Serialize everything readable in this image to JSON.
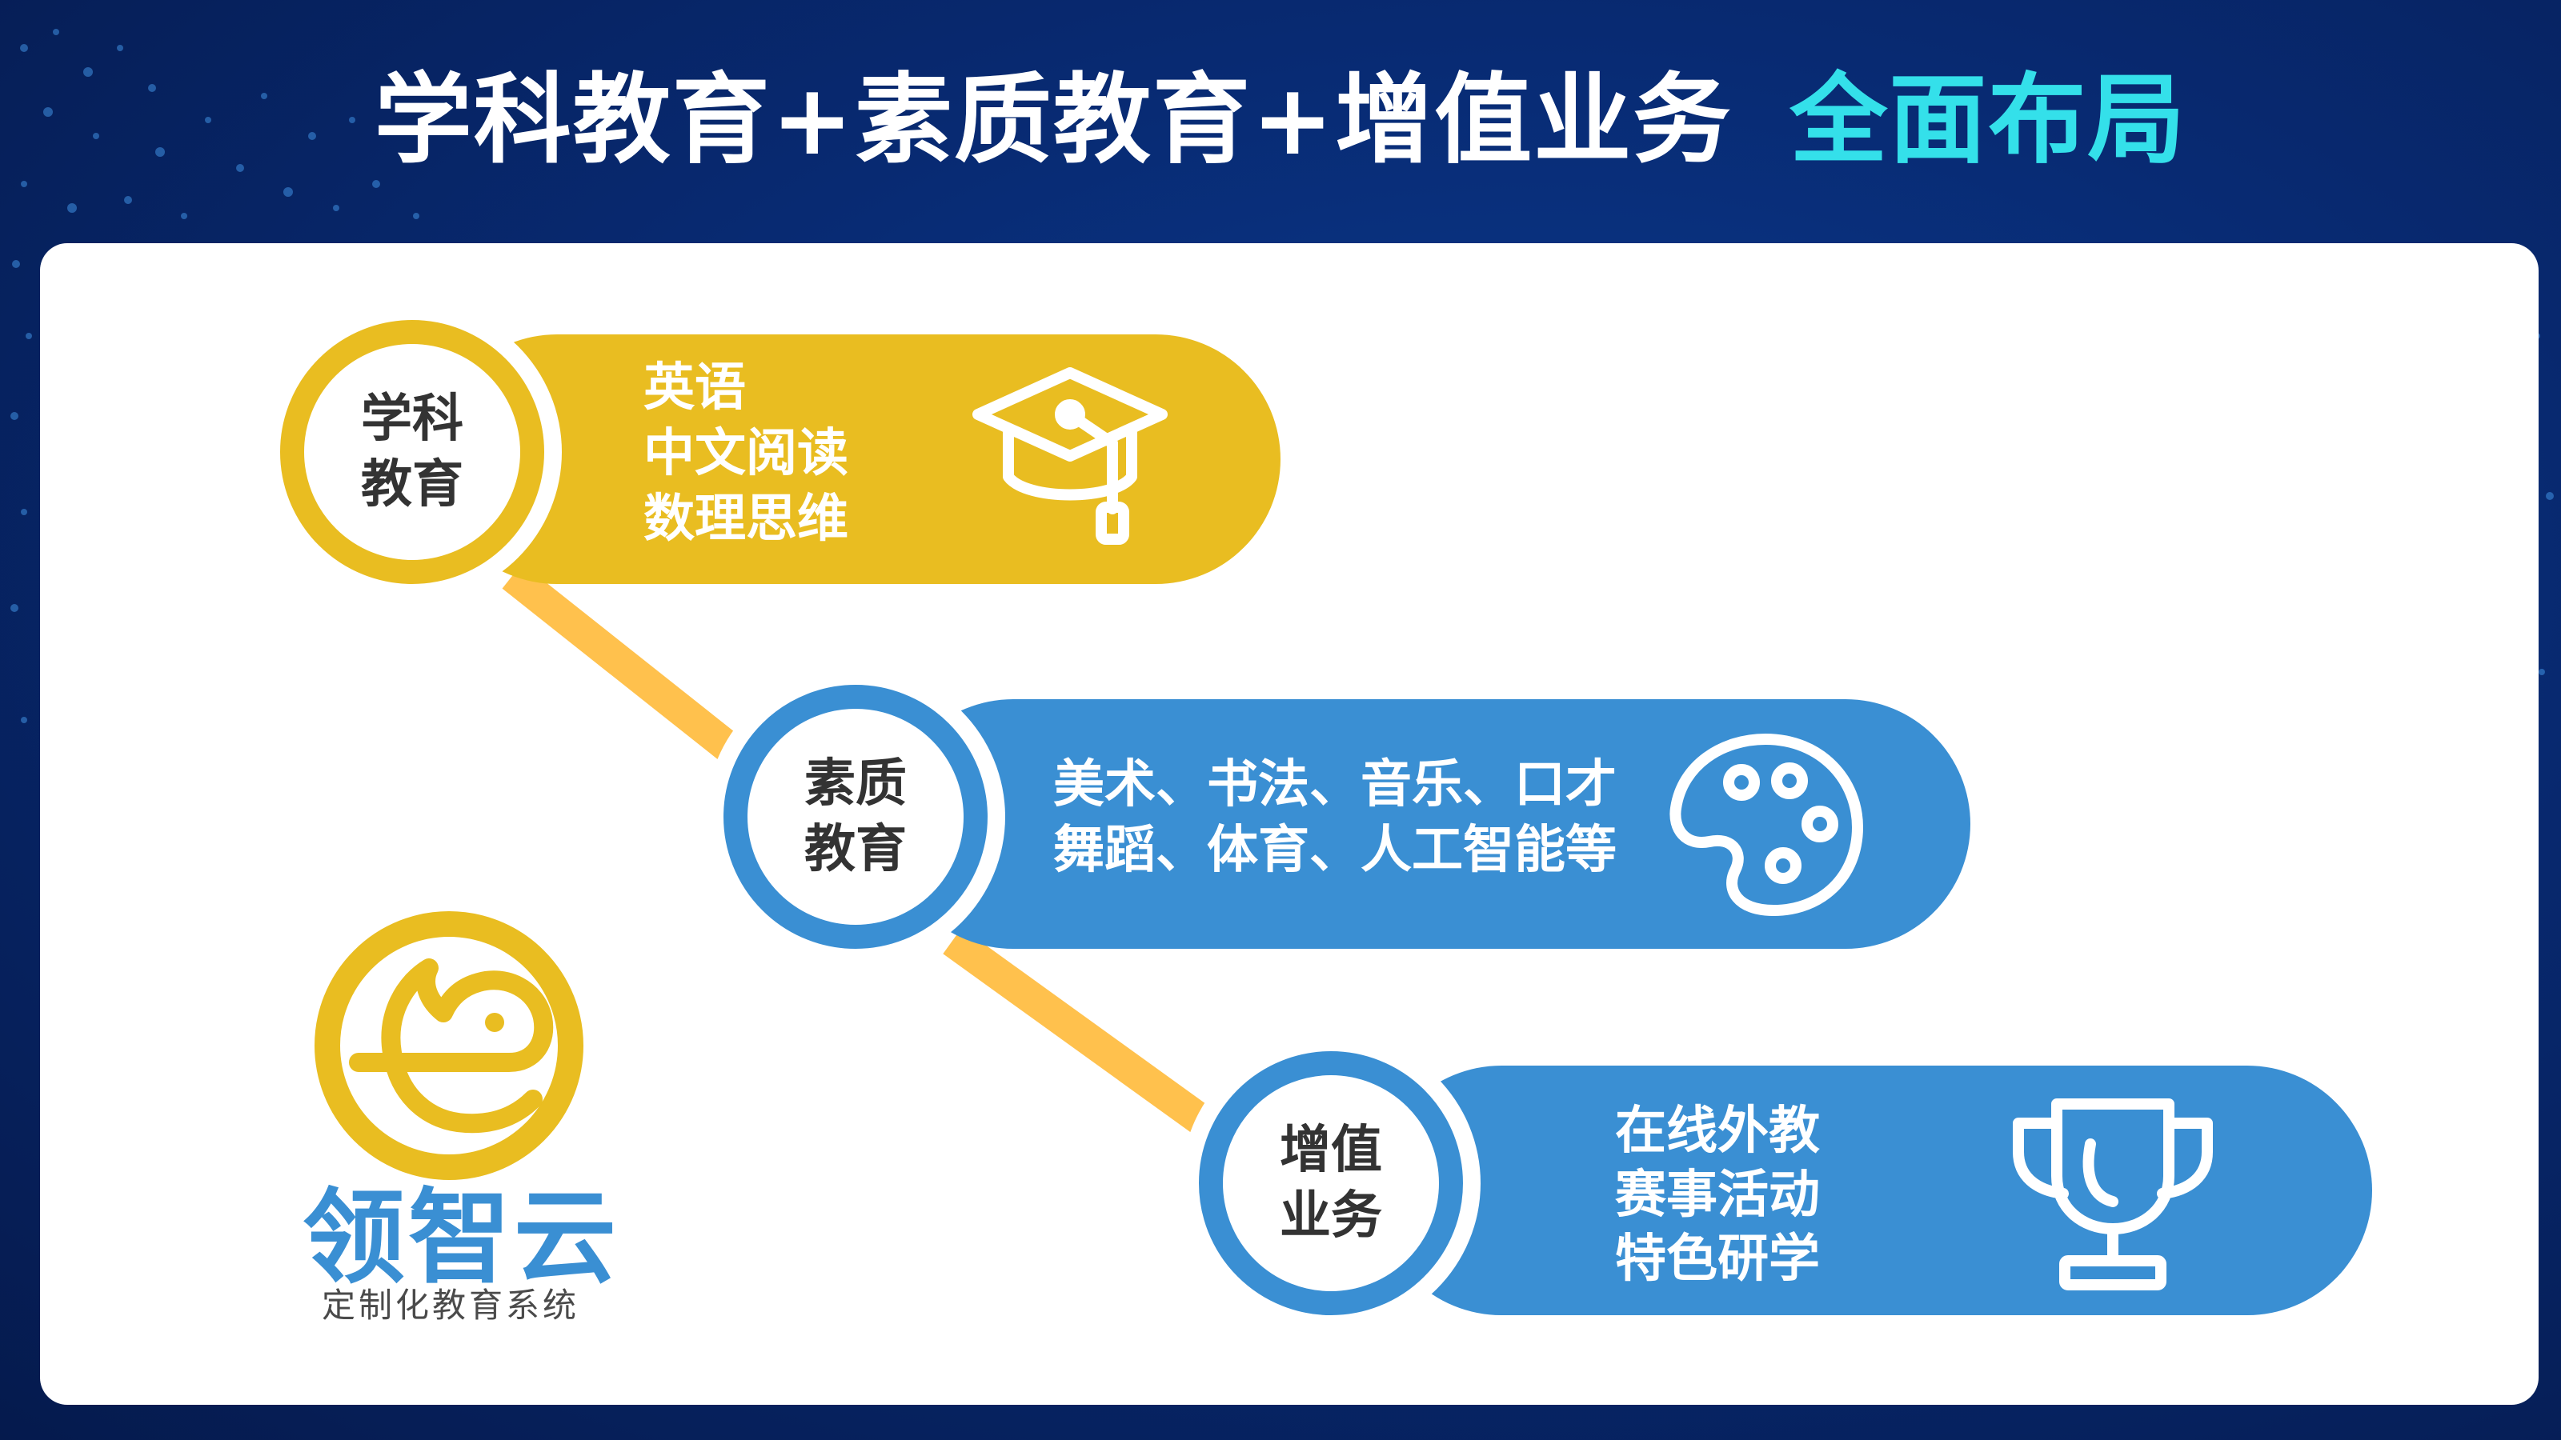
{
  "slide": {
    "title_main": "学科教育+素质教育+增值业务",
    "title_highlight": "全面布局"
  },
  "colors": {
    "background": "#082a72",
    "accent_cyan": "#34e0ea",
    "gold": "#e9bd21",
    "blue": "#3a8fd3",
    "connector": "#ffc14d"
  },
  "sections": [
    {
      "node_lines": [
        "学科",
        "教育"
      ],
      "items": [
        "英语",
        "中文阅读",
        "数理思维"
      ],
      "icon": "graduation-cap-icon"
    },
    {
      "node_lines": [
        "素质",
        "教育"
      ],
      "items": [
        "美术、书法、音乐、口才",
        "舞蹈、体育、人工智能等"
      ],
      "icon": "palette-icon"
    },
    {
      "node_lines": [
        "增值",
        "业务"
      ],
      "items": [
        "在线外教",
        "赛事活动",
        "特色研学"
      ],
      "icon": "trophy-icon"
    }
  ],
  "brand": {
    "name": "领智云",
    "tagline": "定制化教育系统",
    "logo_icon": "e-logo-icon"
  }
}
